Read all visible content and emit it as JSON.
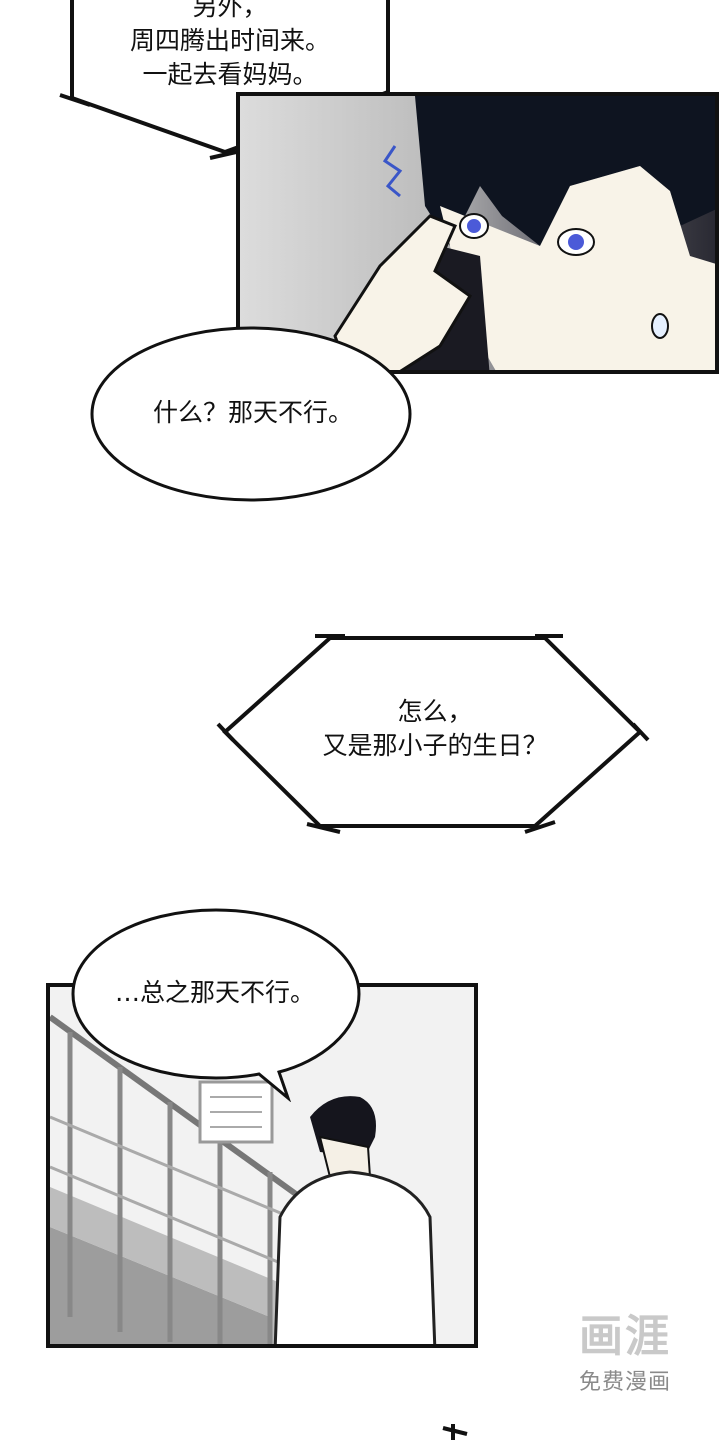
{
  "captions": {
    "top_narration": [
      "另外，",
      "周四腾出时间来。",
      "一起去看妈妈。"
    ],
    "bubble_1": "什么？那天不行。",
    "narration_2": [
      "怎么，",
      "又是那小子的生日？"
    ],
    "bubble_3": "…总之那天不行。"
  },
  "watermark": {
    "logo": "画涯",
    "sub": "免费漫画"
  }
}
